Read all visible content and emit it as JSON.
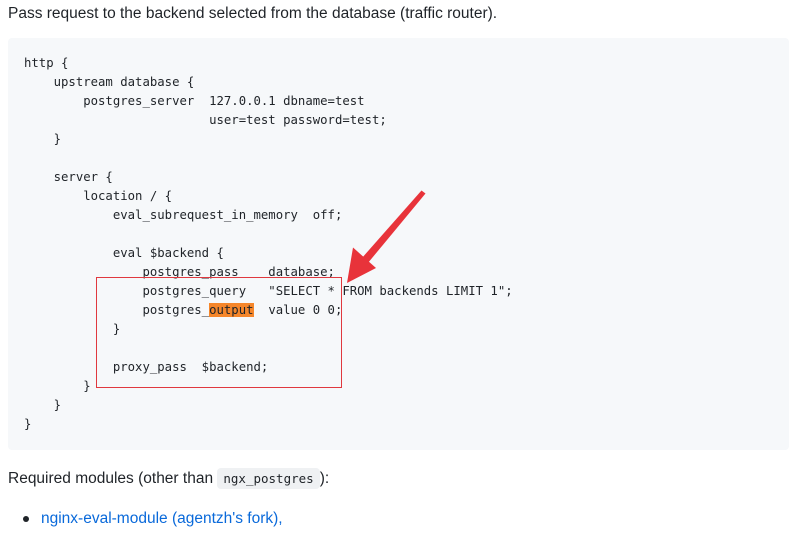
{
  "intro_text": "Pass request to the backend selected from the database (traffic router).",
  "code": {
    "before_highlight": "http {\n    upstream database {\n        postgres_server  127.0.0.1 dbname=test\n                         user=test password=test;\n    }\n\n    server {\n        location / {\n            eval_subrequest_in_memory  off;\n\n            eval $backend {\n                postgres_pass    database;\n                postgres_query   \"SELECT * FROM backends LIMIT 1\";\n                postgres_",
    "highlight": "output",
    "after_highlight": "  value 0 0;\n            }\n\n            proxy_pass  $backend;\n        }\n    }\n}"
  },
  "modules": {
    "prefix": "Required modules (other than ",
    "code": "ngx_postgres",
    "suffix": "):"
  },
  "links": [
    {
      "label": "nginx-eval-module (agentzh's fork)",
      "trailing": ","
    }
  ],
  "colors": {
    "highlight": "#f5862a",
    "annotation": "#e0383e",
    "link": "#0969da",
    "code_background": "#f6f8fa"
  }
}
